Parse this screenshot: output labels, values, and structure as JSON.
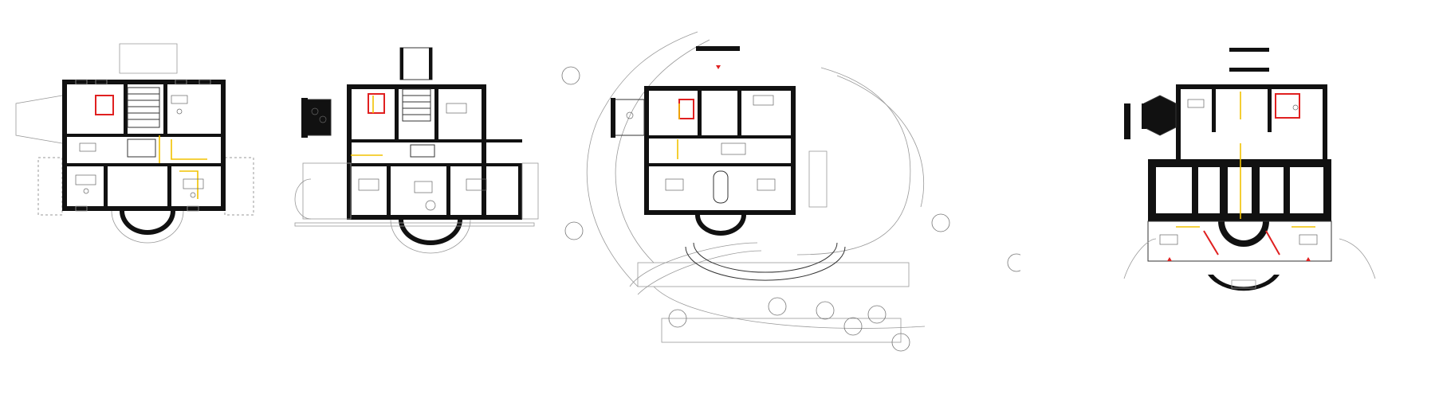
{
  "sheet": {
    "description_hidden": "",
    "plans": [
      {
        "id": "plan-1"
      },
      {
        "id": "plan-2"
      },
      {
        "id": "plan-3"
      },
      {
        "id": "plan-4"
      }
    ]
  },
  "colors": {
    "wall": "#111111",
    "line": "#333333",
    "light_line": "#999999",
    "accent_red": "#e02020",
    "accent_yellow": "#f2c200",
    "background": "#ffffff"
  }
}
